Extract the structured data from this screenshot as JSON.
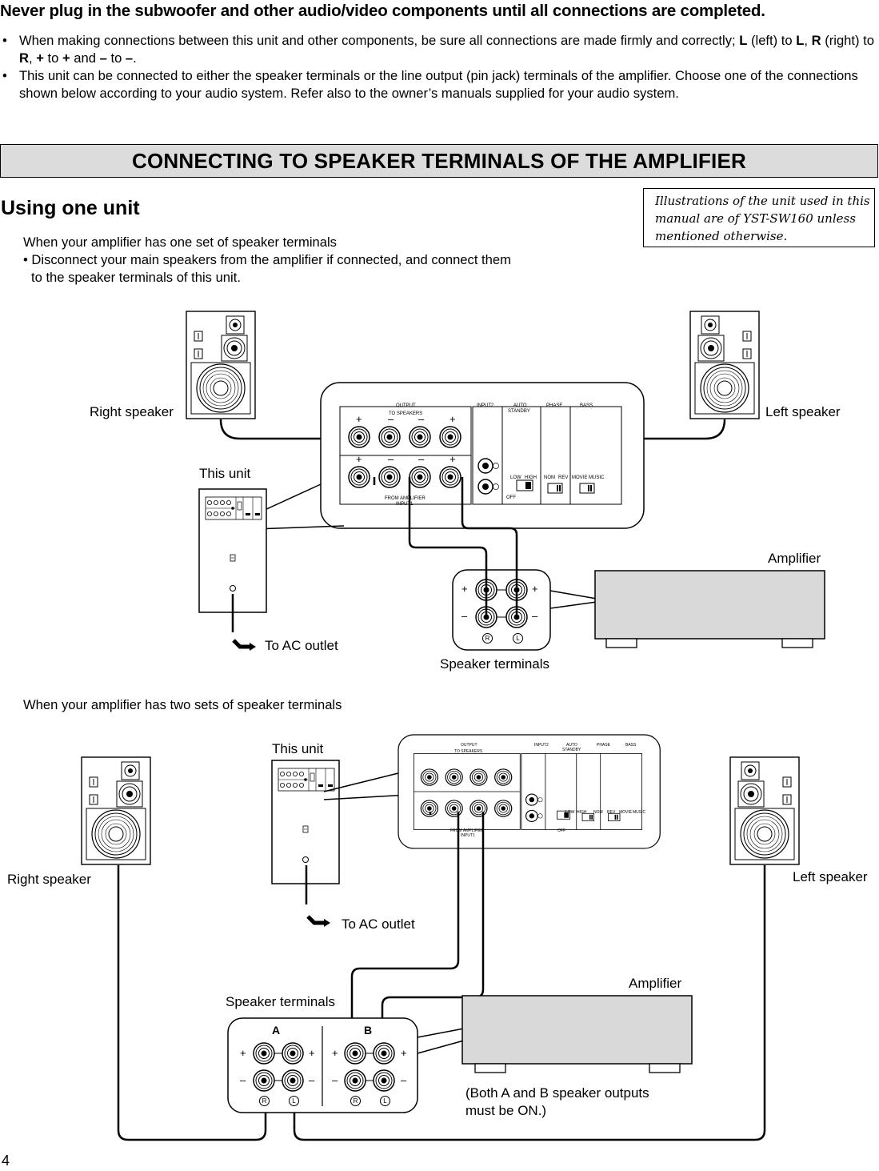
{
  "warning": "Never plug in the subwoofer and other audio/video components until all connections are completed.",
  "bullets": {
    "b1_pre": "When making connections between this unit and other components, be sure all connections are made firmly and correctly; ",
    "b1_L": "L",
    "b1_mid1": " (left) to ",
    "b1_L2": "L",
    "b1_mid2": ", ",
    "b1_R": "R",
    "b1_mid3": " (right) to ",
    "b1_R2": "R",
    "b1_mid4": ", ",
    "b1_plus": "+",
    "b1_mid5": " to ",
    "b1_plus2": "+",
    "b1_mid6": " and ",
    "b1_minus": "–",
    "b1_mid7": " to ",
    "b1_minus2": "–",
    "b1_end": ".",
    "b2": "This unit can be connected to either the speaker terminals or the line output (pin jack) terminals of the amplifier. Choose one of the connections shown below according to your audio system. Refer also to the owner’s manuals supplied for your audio system."
  },
  "section_title": "CONNECTING TO SPEAKER TERMINALS OF THE AMPLIFIER",
  "subheading": "Using one unit",
  "note": "Illustrations of the unit used in this manual are of YST-SW160 unless mentioned otherwise.",
  "case1": {
    "intro_line1": "When your amplifier has one set of speaker terminals",
    "intro_line2": "• Disconnect your main speakers from the amplifier if connected, and connect them",
    "intro_line3": "to the speaker terminals of this unit.",
    "right_speaker": "Right speaker",
    "left_speaker": "Left speaker",
    "this_unit": "This unit",
    "amplifier": "Amplifier",
    "to_ac": "To AC outlet",
    "speaker_terminals": "Speaker terminals"
  },
  "case2": {
    "intro": "When your amplifier has two sets of speaker terminals",
    "this_unit": "This unit",
    "right_speaker": "Right speaker",
    "left_speaker": "Left speaker",
    "to_ac": "To AC outlet",
    "speaker_terminals": "Speaker terminals",
    "amplifier": "Amplifier",
    "group_a": "A",
    "group_b": "B",
    "note_line1": "(Both A and B speaker outputs",
    "note_line2": "must be ON.)"
  },
  "panel": {
    "output": "OUTPUT",
    "to_speakers": "TO SPEAKERS",
    "from_amplifier": "FROM AMPLIFIER",
    "input1": "INPUT1",
    "input2": "INPUT2",
    "auto": "AUTO",
    "standby": "STANDBY",
    "phase": "PHASE",
    "bass": "BASS",
    "low": "LOW",
    "high": "HIGH",
    "off": "OFF",
    "nom": "NOM",
    "rev": "REV",
    "movie": "MOVIE",
    "music": "MUSIC",
    "plus": "+",
    "minus": "–",
    "r_mark": "R",
    "l_mark": "L"
  },
  "page_number": "4"
}
